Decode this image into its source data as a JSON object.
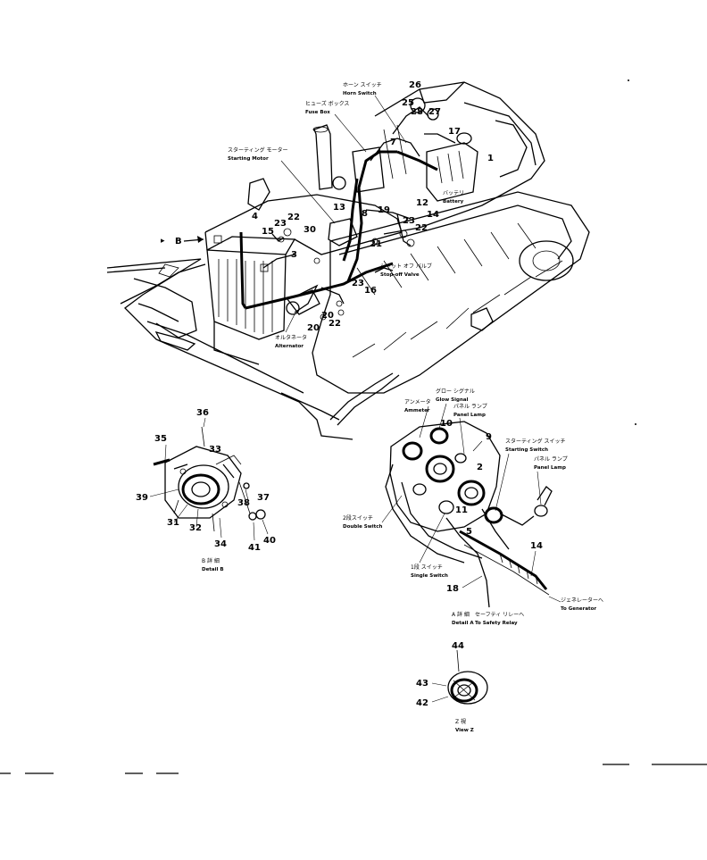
{
  "parts": [
    {
      "id": "n1",
      "text": "1"
    },
    {
      "id": "n2",
      "text": "2"
    },
    {
      "id": "n3",
      "text": "3"
    },
    {
      "id": "n4",
      "text": "4"
    },
    {
      "id": "n5",
      "text": "5"
    },
    {
      "id": "n7",
      "text": "7"
    },
    {
      "id": "n8",
      "text": "8"
    },
    {
      "id": "n9",
      "text": "9"
    },
    {
      "id": "n10",
      "text": "10"
    },
    {
      "id": "n11",
      "text": "11"
    },
    {
      "id": "n12",
      "text": "12"
    },
    {
      "id": "n13",
      "text": "13"
    },
    {
      "id": "n14a",
      "text": "14"
    },
    {
      "id": "n14b",
      "text": "14"
    },
    {
      "id": "n15",
      "text": "15"
    },
    {
      "id": "n16",
      "text": "16"
    },
    {
      "id": "n17",
      "text": "17"
    },
    {
      "id": "n18",
      "text": "18"
    },
    {
      "id": "n19",
      "text": "19"
    },
    {
      "id": "n20",
      "text": "20"
    },
    {
      "id": "n21",
      "text": "21"
    },
    {
      "id": "n22a",
      "text": "22"
    },
    {
      "id": "n22b",
      "text": "22"
    },
    {
      "id": "n22c",
      "text": "22"
    },
    {
      "id": "n23a",
      "text": "23"
    },
    {
      "id": "n23b",
      "text": "23"
    },
    {
      "id": "n23c",
      "text": "23"
    },
    {
      "id": "n23d",
      "text": "23"
    },
    {
      "id": "n25",
      "text": "25"
    },
    {
      "id": "n26",
      "text": "26"
    },
    {
      "id": "n27",
      "text": "27"
    },
    {
      "id": "n28",
      "text": "28"
    },
    {
      "id": "n30",
      "text": "30"
    },
    {
      "id": "n31",
      "text": "31"
    },
    {
      "id": "n32",
      "text": "32"
    },
    {
      "id": "n33",
      "text": "33"
    },
    {
      "id": "n34",
      "text": "34"
    },
    {
      "id": "n35",
      "text": "35"
    },
    {
      "id": "n36",
      "text": "36"
    },
    {
      "id": "n37",
      "text": "37"
    },
    {
      "id": "n38",
      "text": "38"
    },
    {
      "id": "n39",
      "text": "39"
    },
    {
      "id": "n40",
      "text": "40"
    },
    {
      "id": "n41",
      "text": "41"
    },
    {
      "id": "n42",
      "text": "42"
    },
    {
      "id": "n43",
      "text": "43"
    },
    {
      "id": "n44",
      "text": "44"
    }
  ],
  "labels": {
    "horn_switch": {
      "jp": "ホーン スイッチ",
      "en": "Horn Switch"
    },
    "fuse_box": {
      "jp": "ヒューズ ボックス",
      "en": "Fuse Box"
    },
    "starting_motor": {
      "jp": "スターティング モーター",
      "en": "Starting Motor"
    },
    "battery": {
      "jp": "バッテリ",
      "en": "Battery"
    },
    "stop_valve": {
      "jp": "シャット オフ バルブ",
      "en": "Stop-off Valve"
    },
    "alternator": {
      "jp": "オルタネータ",
      "en": "Alternator"
    },
    "glow_signal": {
      "jp": "グロー シグナル",
      "en": "Glow Signal"
    },
    "panel_lamp_1": {
      "jp": "パネル ランプ",
      "en": "Panel Lamp"
    },
    "panel_lamp_2": {
      "jp": "パネル ランプ",
      "en": "Panel Lamp"
    },
    "ammeter": {
      "jp": "アンメータ",
      "en": "Ammeter"
    },
    "starting_switch": {
      "jp": "スターティング スイッチ",
      "en": "Starting Switch"
    },
    "double_switch": {
      "jp": "2段スイッチ",
      "en": "Double Switch"
    },
    "single_switch": {
      "jp": "1段 スイッチ",
      "en": "Single Switch"
    },
    "to_generator": {
      "jp": "ジェネレーターへ",
      "en": "To Generator"
    },
    "to_safety_relay": {
      "jp": "セーフティ リレーへ",
      "en": "To Safety Relay"
    },
    "detail_a": {
      "jp": "A 詳 細",
      "en": "Detail A"
    },
    "detail_b": {
      "jp": "B 詳 細",
      "en": "Detail B"
    },
    "view_z": {
      "jp": "Z 視",
      "en": "View Z"
    },
    "arrow_b": "B"
  }
}
